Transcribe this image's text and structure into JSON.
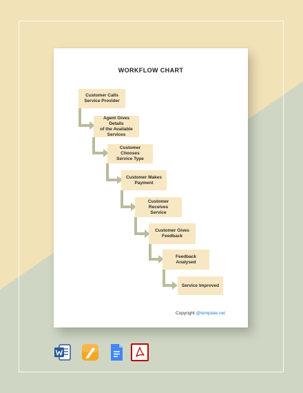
{
  "document": {
    "title": "WORKFLOW CHART",
    "steps": [
      "Customer Calls\nService Provider",
      "Agent Gives Details\nof the Available\nServices",
      "Customer Chooses\nService Type",
      "Customer Makes\nPayment",
      "Customer Receives\nService",
      "Customer Gives\nFeedback",
      "Feedback\nAnalysed",
      "Service Improved"
    ],
    "copyright_label": "Copyright",
    "copyright_link": "@template.net"
  },
  "app_icons": [
    "word-icon",
    "pages-icon",
    "google-docs-icon",
    "pdf-icon"
  ],
  "colors": {
    "background_top": "#f2e2b8",
    "background_bottom": "#cfd6c4",
    "step_fill": "#f7e7c3",
    "connector": "#b9bc9c",
    "link": "#2a7bd8"
  }
}
